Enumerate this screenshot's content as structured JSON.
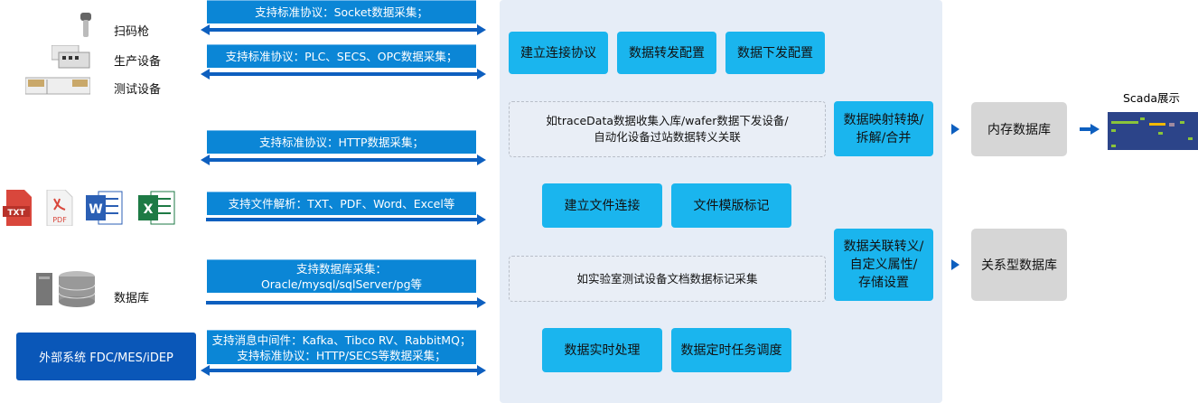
{
  "sources": {
    "scanner": "扫码枪",
    "production": "生产设备",
    "test": "测试设备",
    "database": "数据库",
    "external": "外部系统 FDC/MES/iDEP"
  },
  "file_icons": {
    "txt": "TXT",
    "pdf": "PDF"
  },
  "protocols": [
    {
      "lines": [
        "支持标准协议：Socket数据采集；"
      ]
    },
    {
      "lines": [
        "支持标准协议：PLC、SECS、OPC数据采集；"
      ]
    },
    {
      "lines": [
        "支持标准协议：HTTP数据采集；"
      ]
    },
    {
      "lines": [
        "支持文件解析：TXT、PDF、Word、Excel等"
      ]
    },
    {
      "lines": [
        "支持数据库采集：",
        "Oracle/mysql/sqlServer/pg等"
      ]
    },
    {
      "lines": [
        "支持消息中间件：Kafka、Tibco RV、RabbitMQ；",
        "支持标准协议：HTTP/SECS等数据采集；"
      ]
    }
  ],
  "processing": {
    "connect": "建立连接协议",
    "forward": "数据转发配置",
    "dispatch": "数据下发配置",
    "example1": [
      "如traceData数据收集入库/wafer数据下发设备/",
      "自动化设备过站数据转义关联"
    ],
    "mapping": [
      "数据映射转换/",
      "拆解/合并"
    ],
    "file_connect": "建立文件连接",
    "template": "文件模版标记",
    "example2": "如实验室测试设备文档数据标记采集",
    "relation": [
      "数据关联转义/",
      "自定义属性/",
      "存储设置"
    ],
    "realtime": "数据实时处理",
    "scheduled": "数据定时任务调度"
  },
  "storage": {
    "memory_db": "内存数据库",
    "relational_db": "关系型数据库"
  },
  "scada": {
    "label": "Scada展示"
  },
  "colors": {
    "banner": "#0b86d6",
    "cyan": "#1ab5ee",
    "arrow": "#0d5fbf",
    "external": "#0a57b8",
    "panel": "#e6edf7"
  }
}
